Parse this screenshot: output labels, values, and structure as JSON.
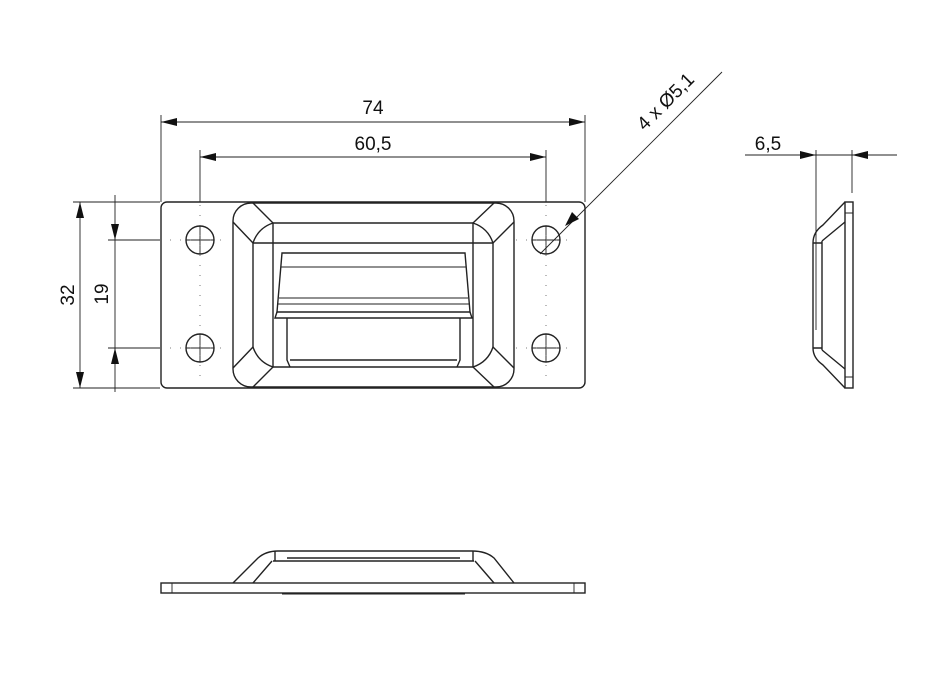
{
  "dimensions": {
    "overall_length": "74",
    "hole_spacing_length": "60,5",
    "overall_height": "32",
    "hole_spacing_height": "19",
    "hole_callout": "4 x Ø5,1",
    "depth": "6,5"
  },
  "colors": {
    "line": "#222222",
    "background": "#ffffff"
  }
}
